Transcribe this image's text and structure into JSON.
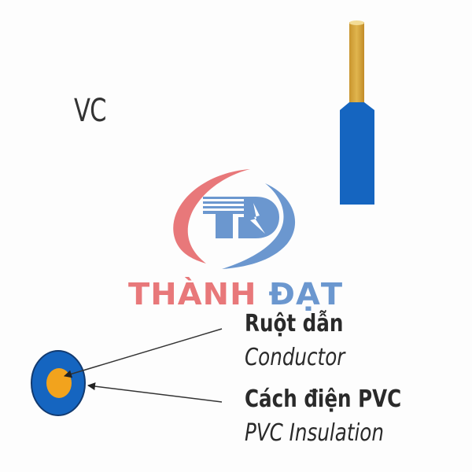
{
  "product_code": "VC",
  "brand": {
    "name_part1": "THÀNH",
    "name_part2": "ĐẠT",
    "logo_letters": "TĐ"
  },
  "labels": [
    {
      "vi": "Ruột dẫn",
      "en": "Conductor"
    },
    {
      "vi": "Cách điện PVC",
      "en": "PVC Insulation"
    }
  ],
  "colors": {
    "insulation": "#1565c0",
    "conductor": "#f2a31d",
    "wire_core": "#d4a33c",
    "brand_red": "#e8787a",
    "brand_blue": "#6b97cf"
  }
}
